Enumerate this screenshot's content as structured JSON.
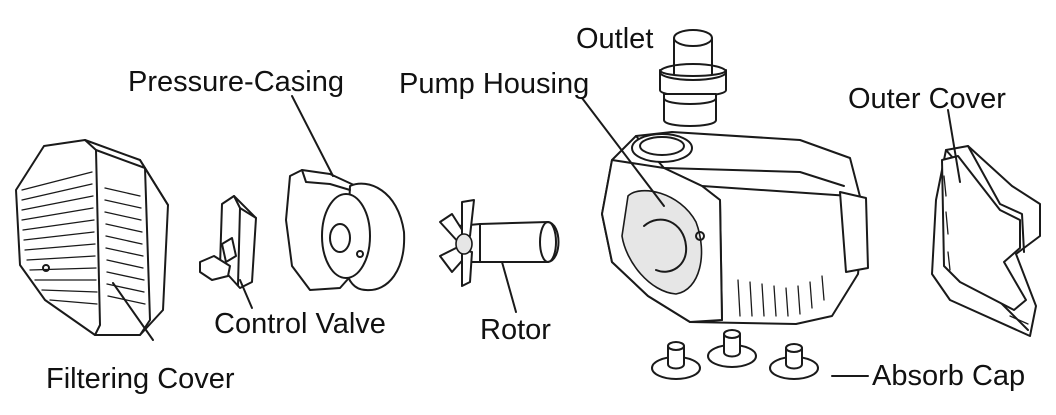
{
  "labels": {
    "outlet": "Outlet",
    "pressure_casing": "Pressure-Casing",
    "pump_housing": "Pump Housing",
    "outer_cover": "Outer Cover",
    "control_valve": "Control Valve",
    "rotor": "Rotor",
    "filtering_cover": "Filtering Cover",
    "absorb_cap": "Absorb Cap"
  },
  "colors": {
    "line": "#1a1a1a",
    "background": "#ffffff",
    "shade": "#e6e6e6"
  }
}
